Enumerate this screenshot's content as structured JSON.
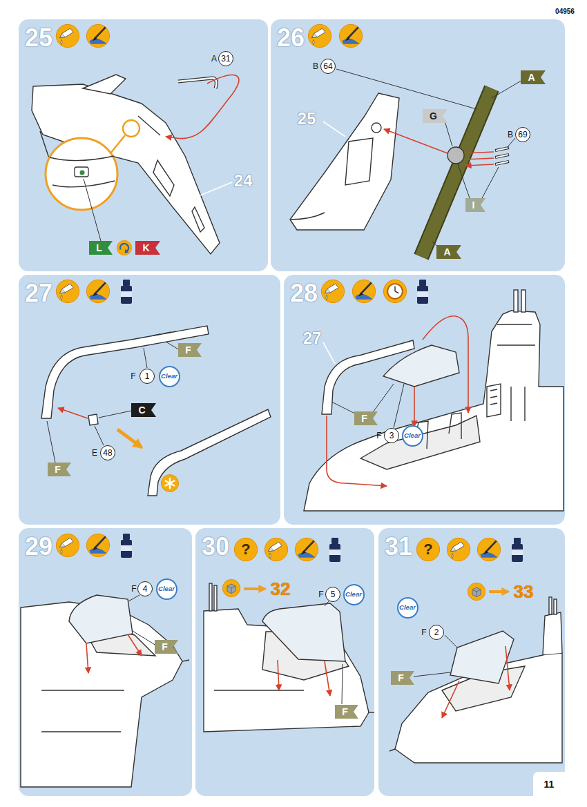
{
  "diagram": {
    "nodes": [
      {
        "text": [
          "25"
        ]
      },
      {
        "text": [
          "31"
        ],
        "in": 0
      },
      {
        "text": [
          "L"
        ],
        "in": 0
      },
      {
        "text": [
          "K"
        ],
        "in": 0
      },
      {
        "text": [
          "26"
        ]
      },
      {
        "text": [
          "64"
        ],
        "in": 4
      },
      {
        "text": [
          "A"
        ],
        "in": 4
      },
      {
        "text": [
          "G"
        ],
        "in": 4
      },
      {
        "text": [
          "69"
        ],
        "in": 4
      },
      {
        "text": [
          "I"
        ],
        "in": 4
      },
      {
        "text": [
          "A"
        ],
        "in": 4
      },
      {
        "text": [
          "27"
        ]
      },
      {
        "text": [
          "F"
        ],
        "in": 11
      },
      {
        "text": [
          "1"
        ],
        "in": 11
      },
      {
        "text": [
          "Clear"
        ],
        "in": 11
      },
      {
        "text": [
          "C"
        ],
        "in": 11
      },
      {
        "text": [
          "48"
        ],
        "in": 11
      },
      {
        "text": [
          "F"
        ],
        "in": 11
      },
      {
        "text": [
          "28"
        ]
      },
      {
        "text": [
          "F"
        ],
        "in": 18
      },
      {
        "text": [
          "3"
        ],
        "in": 18
      },
      {
        "text": [
          "Clear"
        ],
        "in": 18
      },
      {
        "text": [
          "29"
        ]
      },
      {
        "text": [
          "4"
        ],
        "in": 22
      },
      {
        "text": [
          "Clear"
        ],
        "in": 22
      },
      {
        "text": [
          "F"
        ],
        "in": 22
      },
      {
        "text": [
          "30"
        ]
      },
      {
        "text": [
          "5"
        ],
        "in": 26
      },
      {
        "text": [
          "Clear"
        ],
        "in": 26
      },
      {
        "text": [
          "F"
        ],
        "in": 26
      },
      {
        "text": [
          "31"
        ]
      },
      {
        "text": [
          "Clear"
        ],
        "in": 30
      },
      {
        "text": [
          "2"
        ],
        "in": 30
      },
      {
        "text": [
          "F"
        ],
        "in": 30
      }
    ],
    "labels": [
      "04956",
      "A",
      "24",
      "B",
      "25",
      "B",
      "F",
      "E",
      "27",
      "F",
      "F",
      "?",
      "32",
      "F",
      "?",
      "33",
      "F",
      "11"
    ]
  }
}
